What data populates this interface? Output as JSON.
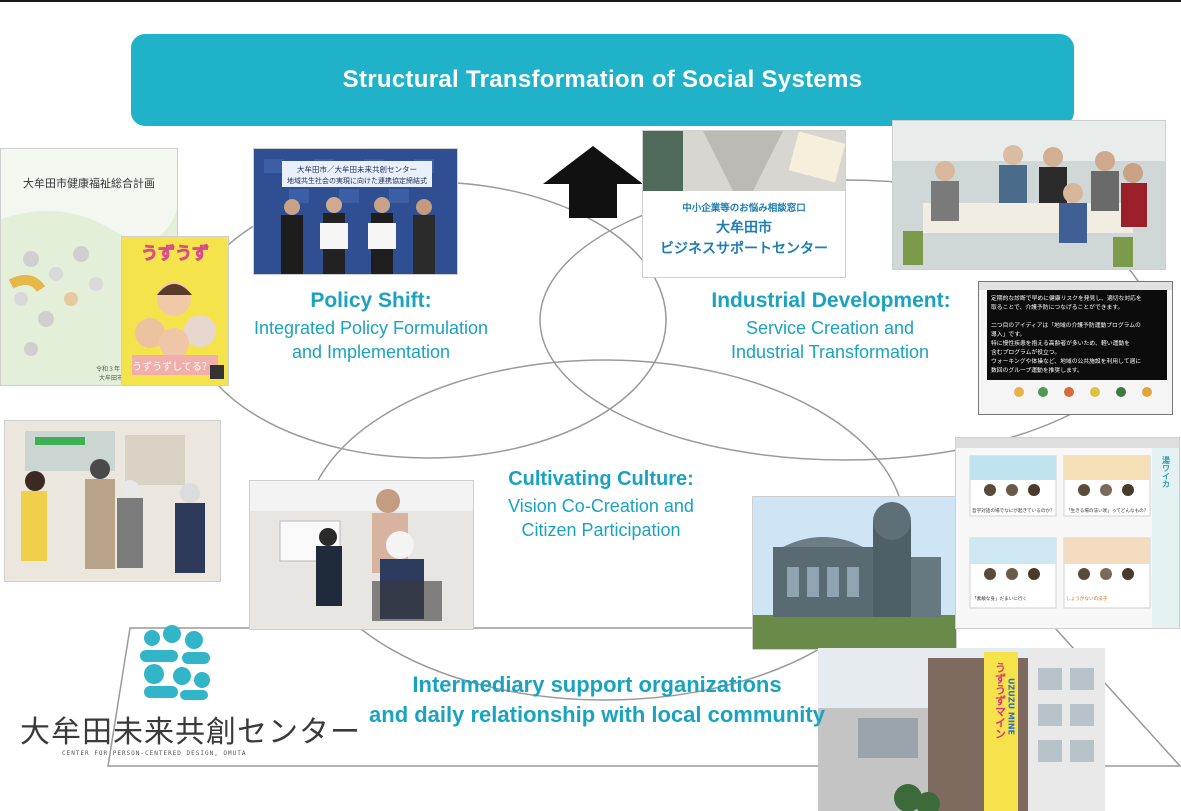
{
  "banner": {
    "title": "Structural Transformation of Social Systems"
  },
  "policy": {
    "title": "Policy Shift:",
    "line1": "Integrated Policy Formulation",
    "line2": "and Implementation"
  },
  "industry": {
    "title": "Industrial Development:",
    "line1": "Service Creation and",
    "line2": "Industrial Transformation"
  },
  "culture": {
    "title": "Cultivating Culture:",
    "line1": "Vision Co-Creation and",
    "line2": "Citizen Participation"
  },
  "intermediary": {
    "line1": "Intermediary support organizations",
    "line2": "and daily relationship with local community"
  },
  "logo": {
    "name_jp": "大牟田未来共創センター",
    "name_en": "CENTER FOR PERSON-CENTERED DESIGN, OMUTA"
  },
  "photos": {
    "plan_title": "大牟田市健康福祉総合計画",
    "plan_date": "令和３年２月",
    "plan_city": "大牟田市",
    "uzu_title": "うずうず",
    "uzu_sub": "うずうずしてる？",
    "signing_caption1": "大牟田市／大牟田未来共創センター",
    "signing_caption2": "地域共生社会の実現に向けた連携協定締結式",
    "support_line1": "中小企業等のお悩み相談窓口",
    "support_line2": "大牟田市",
    "support_line3": "ビジネスサポートセンター",
    "screen_text": [
      "定期的な診断で早めに健康リスクを発見し、適切な対応を",
      "取ることで、介護予防につなげることができます。",
      "",
      "二つ目のアイディアは「地域の介護予防運動プログラムの",
      "導入」です。",
      "特に慢性疾患を抱える高齢者が多いため、軽い運動を",
      "含むプログラムが役立つ。",
      "ウォーキングや体操など、地域の公共施設を利用して週に",
      "数回のグループ運動を推奨します。"
    ],
    "forum_label": "湯ワイカ",
    "forum_q1": "哲学対話の場でなにが起きているのか？",
    "forum_q2": "「生きる場の法い吠」ってどんなもの？",
    "forum_q3": "「素敵な身」だまいに行く",
    "forum_q4": "しょうがないの法子",
    "building_sign_jp": "うずうずマイン",
    "building_sign_en": "UZUZU MINE"
  },
  "colors": {
    "accent": "#20b2c9",
    "heading": "#1aa3c0",
    "arrow": "#111111"
  }
}
